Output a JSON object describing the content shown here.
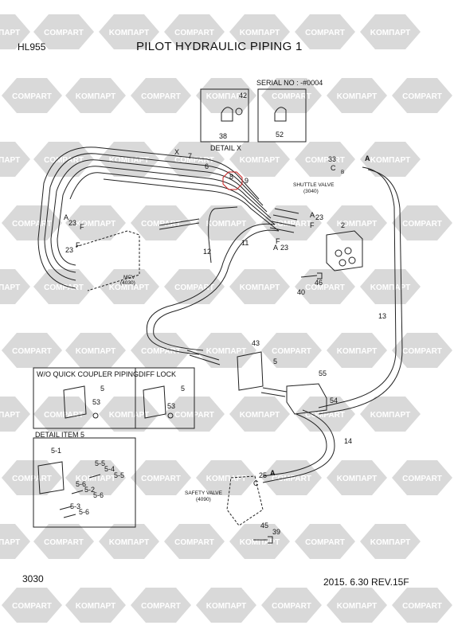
{
  "header": {
    "model": "HL955",
    "title": "PILOT HYDRAULIC PIPING 1"
  },
  "footer": {
    "page": "3030",
    "revision": "2015. 6.30  REV.15F"
  },
  "serial": "SERIAL NO : -#0004",
  "detail_x": {
    "caption": "DETAIL X",
    "part_a": "42",
    "part_b": "38"
  },
  "serial_detail": {
    "part": "52"
  },
  "boxes": {
    "quick_coupler": "W/O QUICK COUPLER PIPING",
    "diff_lock": "DIFF LOCK",
    "detail_item5": "DETAIL ITEM 5"
  },
  "components": {
    "shuttle_valve": "SHUTTLE VALVE",
    "shuttle_valve_no": "(3040)",
    "mcv": "MCV",
    "mcv_no": "(4030)",
    "safety_valve": "SAFETY VALVE",
    "safety_valve_no": "(4090)"
  },
  "watermark": {
    "brand_a": "KOMПАРТ",
    "brand_b": "COMPART"
  },
  "callouts": {
    "x": "X",
    "p7": "7",
    "p6": "6",
    "p8": "8",
    "p9": "9",
    "p33": "33",
    "pA_top": "A",
    "pC": "C",
    "pB": "B",
    "pA_l1": "A",
    "p23_l1": "23",
    "pF_l1": "F",
    "p23_l2": "23",
    "pF_l2": "F",
    "pA_r1": "A",
    "p23_r1": "23",
    "pF_r1": "F",
    "pF_r2": "F",
    "pA_r2": "A",
    "p23_r2": "23",
    "p2": "2",
    "p11": "11",
    "p12": "12",
    "p46": "46",
    "p40": "40",
    "p13": "13",
    "p43": "43",
    "p5_mid": "5",
    "p55": "55",
    "p54": "54",
    "p14": "14",
    "q5": "5",
    "q53": "53",
    "d5": "5",
    "d53": "53",
    "i5_1": "5-1",
    "i5_5a": "5-5",
    "i5_4": "5-4",
    "i5_5b": "5-5",
    "i5_6a": "5-6",
    "i5_2": "5-2",
    "i5_6b": "5-6",
    "i5_3": "5-3",
    "i5_6c": "5-6",
    "p25": "25",
    "pA_s": "A",
    "pC_s": "C",
    "p45": "45",
    "p39": "39"
  }
}
